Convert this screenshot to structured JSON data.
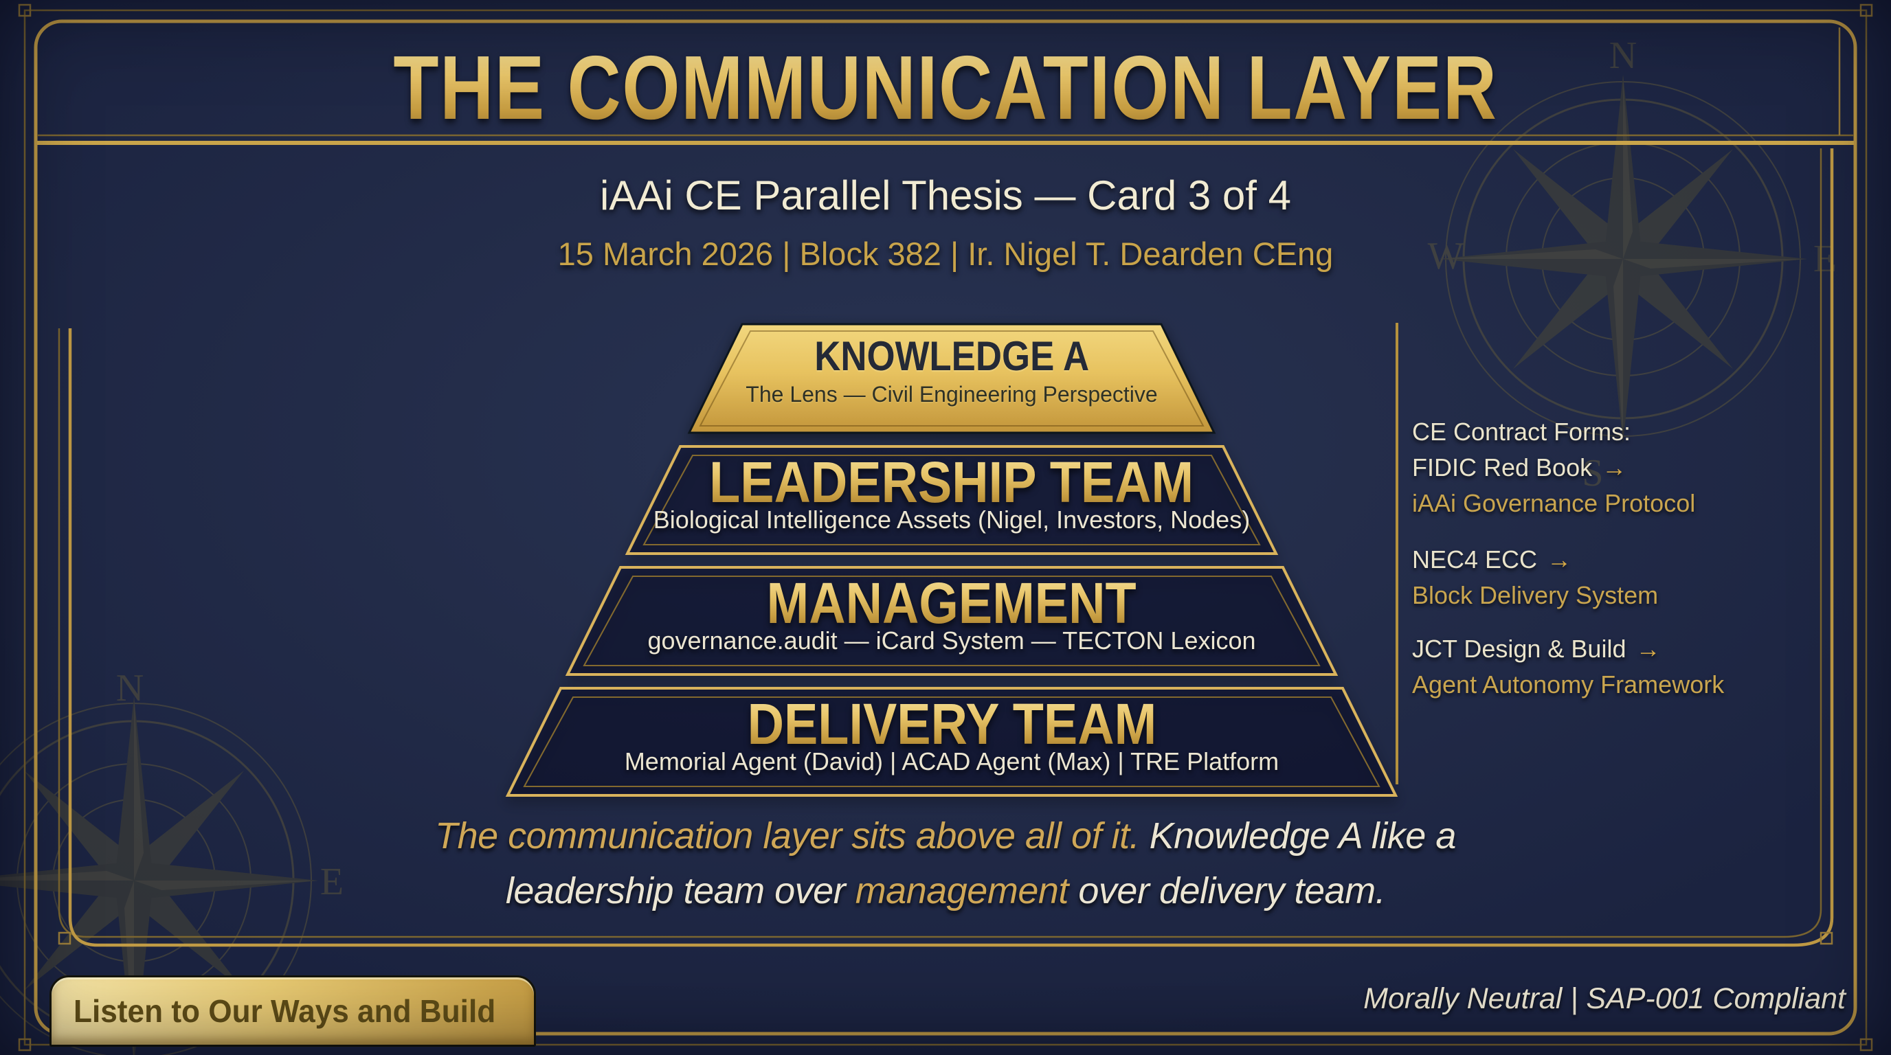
{
  "header": {
    "title": "THE COMMUNICATION LAYER",
    "subtitle": "iAAi CE Parallel Thesis — Card 3 of 4",
    "byline": "15 March 2026 | Block 382 | Ir. Nigel T. Dearden CEng"
  },
  "pyramid": {
    "levels": [
      {
        "heading": "KNOWLEDGE A",
        "subtext": "The Lens — Civil Engineering Perspective"
      },
      {
        "heading": "LEADERSHIP TEAM",
        "subtext": "Biological Intelligence Assets (Nigel, Investors, Nodes)"
      },
      {
        "heading": "MANAGEMENT",
        "subtext": "governance.audit — iCard System — TECTON Lexicon"
      },
      {
        "heading": "DELIVERY TEAM",
        "subtext": "Memorial Agent (David) | ACAD Agent (Max) | TRE Platform"
      }
    ]
  },
  "contract_panel": {
    "heading": "CE Contract Forms:",
    "arrow": "→",
    "mappings": [
      {
        "from": "FIDIC Red Book",
        "to": "iAAi Governance Protocol"
      },
      {
        "from": "NEC4 ECC",
        "to": "Block Delivery System"
      },
      {
        "from": "JCT Design & Build",
        "to": "Agent Autonomy Framework"
      }
    ]
  },
  "conclusion": {
    "line1_gold": "The communication layer sits above all of it.",
    "line1_cream": " Knowledge A like a",
    "line2_cream_a": "leadership team over ",
    "line2_gold": "management",
    "line2_cream_b": " over delivery team."
  },
  "footer": {
    "badge": "Listen to Our Ways and Build",
    "compliance": "Morally Neutral | SAP-001 Compliant"
  },
  "decor": {
    "compass": {
      "n": "N",
      "e": "E",
      "s": "S",
      "w": "W"
    }
  },
  "colors": {
    "background": "#232c49",
    "gold": "#c9a44a",
    "gold_bright": "#e8c56a",
    "cream": "#ece6d2",
    "dark_text": "#252a36"
  }
}
